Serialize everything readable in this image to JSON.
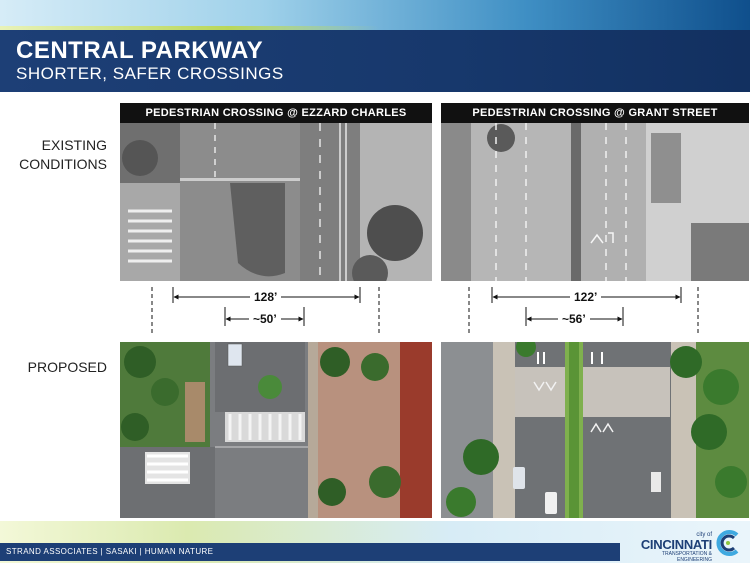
{
  "header": {
    "title": "CENTRAL PARKWAY",
    "subtitle": "SHORTER, SAFER CROSSINGS"
  },
  "columns": [
    {
      "label": "PEDESTRIAN CROSSING @ EZZARD CHARLES"
    },
    {
      "label": "PEDESTRIAN CROSSING @ GRANT STREET"
    }
  ],
  "rows": {
    "existing": {
      "line1": "EXISTING",
      "line2": "CONDITIONS"
    },
    "proposed": {
      "label": "PROPOSED"
    }
  },
  "dimensions": {
    "left": {
      "existing": "128’",
      "proposed": "~50’"
    },
    "right": {
      "existing": "122’",
      "proposed": "~56’"
    }
  },
  "footer": {
    "credits": "STRAND ASSOCIATES  |  SASAKI  |  HUMAN NATURE",
    "logo_city": "city of",
    "logo_name": "CINCINNATI",
    "logo_sub1": "TRANSPORTATION &",
    "logo_sub2": "ENGINEERING"
  },
  "colors": {
    "title_bar": "#1d3f76",
    "header_black": "#111111",
    "accent_green": "#b9d75a",
    "accent_blue": "#3f8fc4"
  }
}
